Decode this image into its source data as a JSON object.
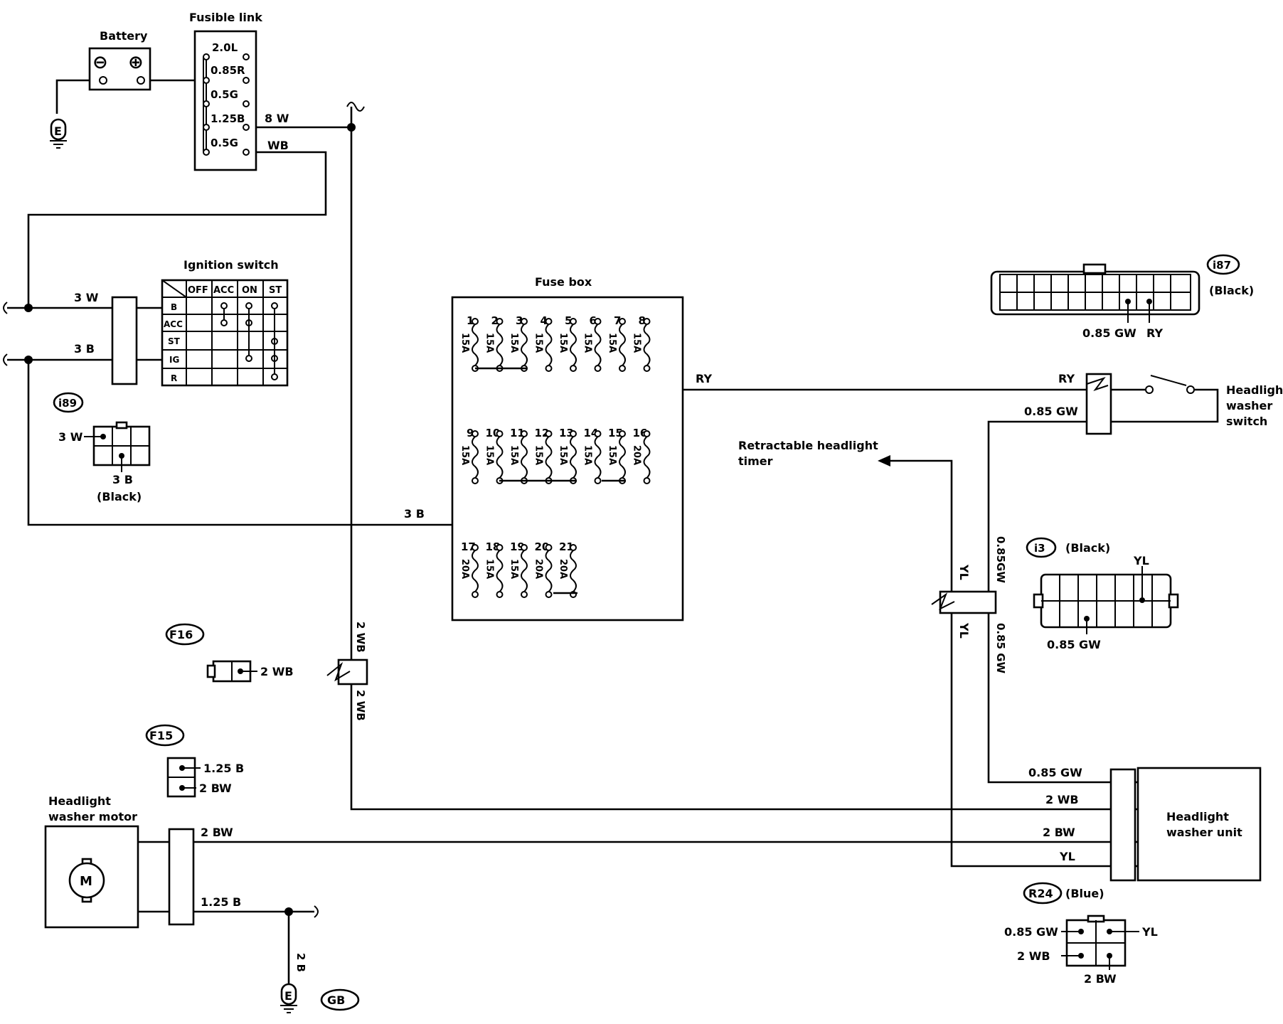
{
  "labels": {
    "battery": "Battery",
    "fusible_link": "Fusible link",
    "ignition_switch": "Ignition switch",
    "fuse_box": "Fuse box",
    "retract_timer_1": "Retractable headlight",
    "retract_timer_2": "timer",
    "washer_switch_1": "Headlight",
    "washer_switch_2": "washer",
    "washer_switch_3": "switch",
    "washer_motor_1": "Headlight",
    "washer_motor_2": "washer motor",
    "washer_unit_1": "Headlight",
    "washer_unit_2": "washer unit",
    "motor_symbol": "M"
  },
  "battery_terms": [
    "⊖",
    "⊕"
  ],
  "fusible_link_values": [
    "2.0L",
    "0.85R",
    "0.5G",
    "1.25B",
    "0.5G"
  ],
  "ignition": {
    "columns": [
      "OFF",
      "ACC",
      "ON",
      "ST"
    ],
    "rows": [
      "B",
      "ACC",
      "ST",
      "IG",
      "R"
    ]
  },
  "fuses": {
    "row1_numbers": [
      "1",
      "2",
      "3",
      "4",
      "5",
      "6",
      "7",
      "8"
    ],
    "row1_ratings": [
      "15A",
      "15A",
      "15A",
      "15A",
      "15A",
      "15A",
      "15A",
      "15A"
    ],
    "row2_numbers": [
      "9",
      "10",
      "11",
      "12",
      "13",
      "14",
      "15",
      "16"
    ],
    "row2_ratings": [
      "15A",
      "15A",
      "15A",
      "15A",
      "15A",
      "15A",
      "15A",
      "20A"
    ],
    "row3_numbers": [
      "17",
      "18",
      "19",
      "20",
      "21"
    ],
    "row3_ratings": [
      "20A",
      "15A",
      "15A",
      "20A",
      "20A"
    ]
  },
  "wires": {
    "w8w": "8 W",
    "wwb": "WB",
    "w3w": "3 W",
    "w3b_left": "3 B",
    "w3b_bottom": "3 B",
    "wry_mid": "RY",
    "wry_sw": "RY",
    "w085gw_sw": "0.85 GW",
    "w085gw_up": "0.85GW",
    "w085gw_down": "0.85 GW",
    "wyl_up": "YL",
    "wyl_down": "YL",
    "w2wb_up": "2 WB",
    "w2wb_down": "2 WB",
    "unit_085gw": "0.85 GW",
    "unit_2wb": "2 WB",
    "unit_2bw": "2 BW",
    "unit_yl": "YL",
    "motor_2bw": "2 BW",
    "motor_125b": "1.25 B",
    "ground_2b": "2 B"
  },
  "connectors": {
    "i89": {
      "id": "i89",
      "pin_3w": "3 W",
      "pin_3b": "3 B",
      "color": "(Black)"
    },
    "i87": {
      "id": "i87",
      "color": "(Black)",
      "pin_a": "0.85 GW",
      "pin_b": "RY"
    },
    "i3": {
      "id": "i3",
      "color": "(Black)",
      "pin_a": "YL",
      "pin_b": "0.85 GW"
    },
    "f16": {
      "id": "F16",
      "pin": "2 WB"
    },
    "f15": {
      "id": "F15",
      "pin_a": "1.25 B",
      "pin_b": "2 BW"
    },
    "r24": {
      "id": "R24",
      "color": "(Blue)",
      "pin_a": "0.85 GW",
      "pin_b": "YL",
      "pin_c": "2 WB",
      "pin_d": "2 BW"
    },
    "gb": {
      "id": "GB"
    }
  },
  "ground_symbol": "E"
}
